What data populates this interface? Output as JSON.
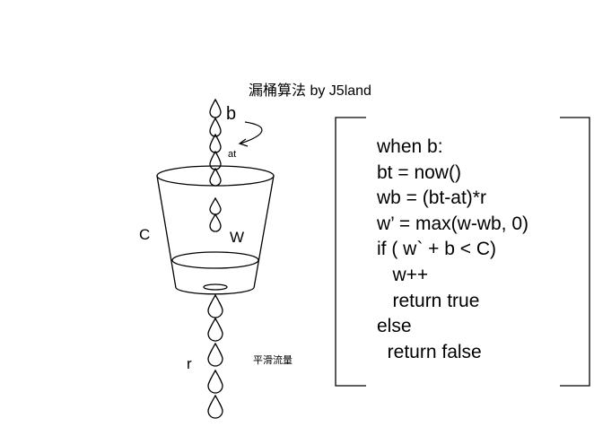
{
  "title": "漏桶算法 by J5land",
  "labels": {
    "b": "b",
    "at": "at",
    "c": "C",
    "w": "W",
    "r": "r",
    "smooth_flow": "平滑流量"
  },
  "code": {
    "lines": [
      "when b:",
      "bt = now()",
      "wb = (bt-at)*r",
      "w’ = max(w-wb, 0)",
      "if ( w` + b < C)",
      "   w++",
      "   return true",
      "else",
      "  return false"
    ]
  }
}
